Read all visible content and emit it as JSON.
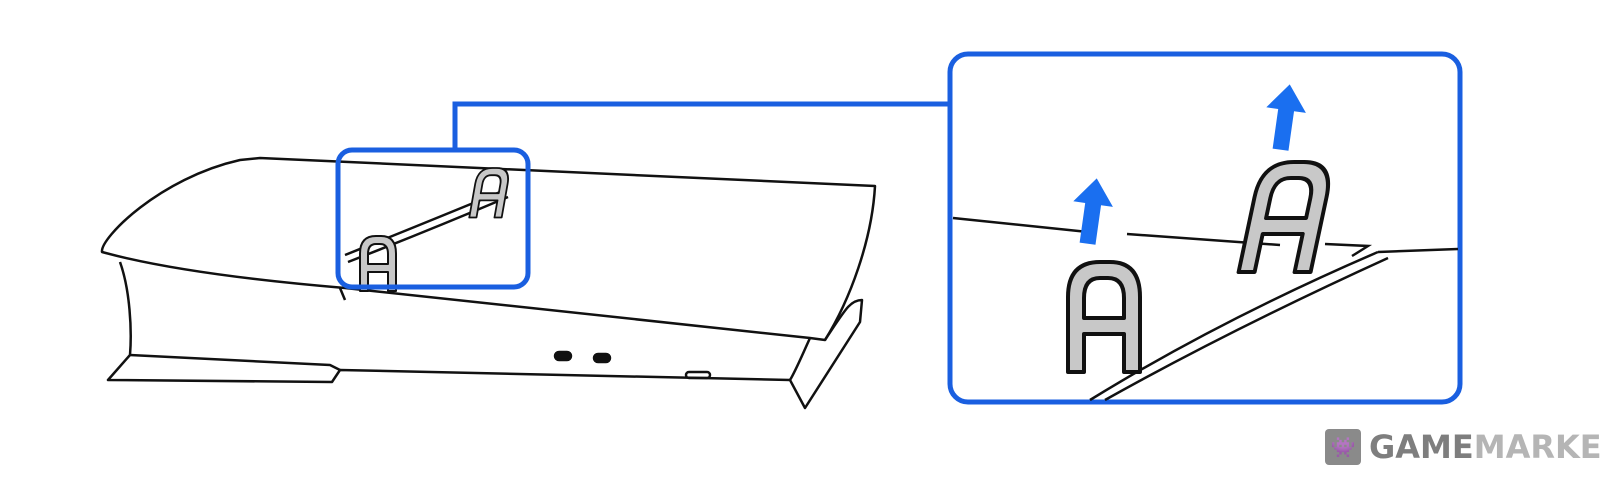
{
  "illustration": {
    "subject": "console-stand-clips-removal",
    "colors": {
      "accent": "#1a5fe0",
      "outline": "#111111",
      "clip_fill": "#c8c8c8",
      "arrow": "#1a6ff0"
    }
  },
  "watermark": {
    "part1": "GAME",
    "part2": "MARKET",
    "icon": "space-invader-icon"
  }
}
